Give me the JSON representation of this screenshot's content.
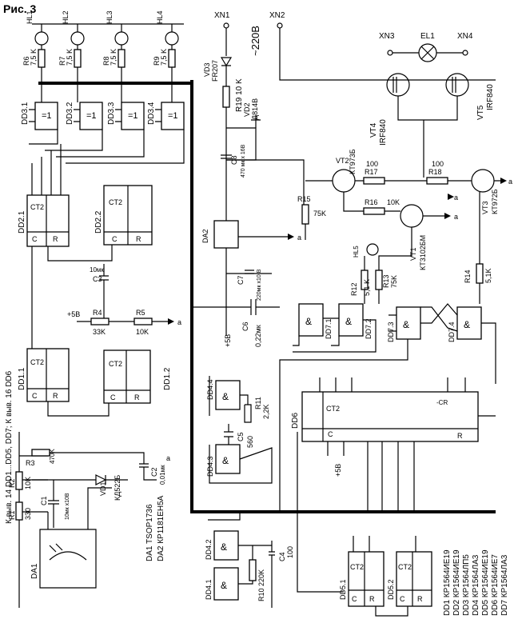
{
  "figure": {
    "label": "Рис. 3"
  },
  "mains": {
    "voltage": "~220В",
    "xn1": "XN1",
    "xn2": "XN2",
    "xn3": "XN3",
    "xn4": "XN4",
    "lamp": "EL1"
  },
  "hl": {
    "hl1": "HL1",
    "hl2": "HL2",
    "hl3": "HL3",
    "hl4": "HL4",
    "hl5": "HL5"
  },
  "res": {
    "r6": "R6",
    "r6v": "7,5 K",
    "r7": "R7",
    "r7v": "7,5 K",
    "r8": "R8",
    "r8v": "7,5 K",
    "r9": "R9",
    "r9v": "7,5 K",
    "r1": "R1",
    "r1v": "330",
    "r2": "R2",
    "r2v": "10K",
    "r3": "R3",
    "r3v": "470K",
    "r4": "R4",
    "r4v": "33K",
    "r5": "R5",
    "r5v": "10K",
    "r10": "R10 220K",
    "r11": "R11",
    "r11v": "2,2K",
    "r12": "R12",
    "r12v": "5,1 K",
    "r13": "R13",
    "r13v": "75K",
    "r14": "R14",
    "r14v": "5,1K",
    "r15": "R15",
    "r15v": "75K",
    "r16": "R16",
    "r16v": "10K",
    "r17": "R17",
    "r17v": "100",
    "r18": "R18",
    "r18v": "100",
    "r19": "R19 10 K"
  },
  "caps": {
    "c1": "C1",
    "c1v": "10мк x10В",
    "c2": "C2",
    "c2v": "0,01мк",
    "c3": "C3",
    "c3v": "10мк",
    "c4": "C4",
    "c4v": "100",
    "c5": "C5",
    "c5v": "560",
    "c6": "C6",
    "c6v": "0,22мк",
    "c7": "C7",
    "c7v": "220мк x10 В",
    "c8": "C8",
    "c8v": "470 мк x 16В"
  },
  "semis": {
    "vd1": "VD1",
    "vd1t": "КД522Б",
    "vd2": "VD2",
    "vd2t": "Д814В",
    "vd3": "VD3",
    "vd3t": "FR207",
    "vt1": "VT1",
    "vt1t": "КТ3102БМ",
    "vt2": "VT2",
    "vt2t": "КТ973Б",
    "vt3": "VT3",
    "vt3t": "КТ972Б",
    "vt4": "VT4",
    "vt4t": "IRF840",
    "vt5": "VT5",
    "vt5t": "IRF840"
  },
  "chips": {
    "da1": "DA1",
    "da2": "DA2",
    "dd1_1": "DD1.1",
    "dd1_2": "DD1.2",
    "dd2_1": "DD2.1",
    "dd2_2": "DD2.2",
    "dd3_1": "DD3.1",
    "dd3_2": "DD3.2",
    "dd3_3": "DD3.3",
    "dd3_4": "DD3.4",
    "dd4_1": "DD4.1",
    "dd4_2": "DD4.2",
    "dd4_3": "DD4.3",
    "dd4_4": "DD4.4",
    "dd5_1": "DD5.1",
    "dd5_2": "DD5.2",
    "dd6": "DD6",
    "dd7_1": "DD7.1",
    "dd7_2": "DD7.2",
    "dd7_3": "DD7.3",
    "dd7_4": "DD7.4",
    "ct2": "CT2",
    "xor": "=1",
    "and": "&",
    "r": "R",
    "c": "C",
    "cr": "-CR"
  },
  "notes": {
    "power_pins": "К выв. 14 DD1...DD5, DD7; К выв. 16 DD6",
    "plus5": "+5B",
    "out_a": "a",
    "da_list": [
      "DA1 TSOP1736",
      "DA2 КР1181ЕН5А"
    ],
    "dd_list": [
      "DD1 КР1564ИЕ19",
      "DD2 КР1564ИЕ19",
      "DD3 КР1564ЛП5",
      "DD4 КР1564ЛА3",
      "DD5 КР1564ИЕ19",
      "DD6 КР1564ИЕ7",
      "DD7 КР1564ЛА3"
    ]
  }
}
